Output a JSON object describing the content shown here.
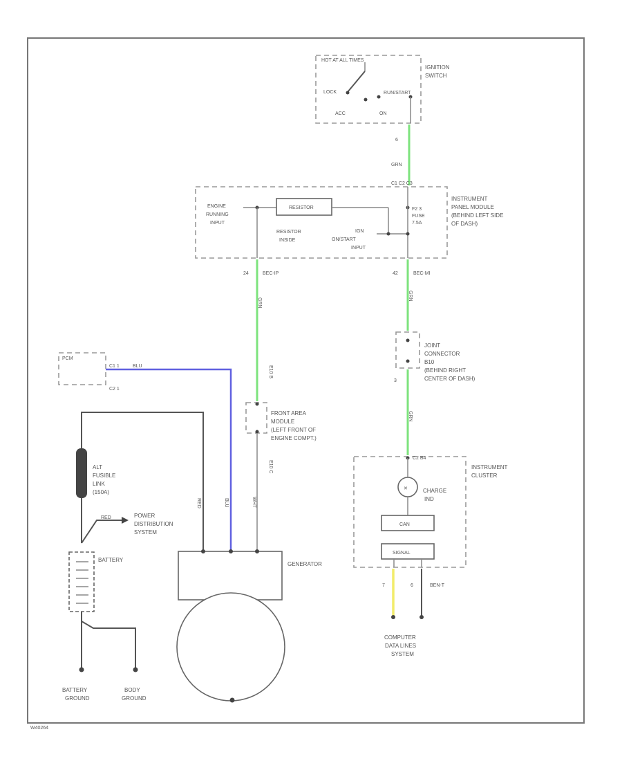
{
  "diagram_code": "W40264",
  "ignition_switch": {
    "header": "HOT AT ALL TIMES",
    "label_line1": "IGNITION",
    "label_line2": "SWITCH",
    "pos_lock": "LOCK",
    "pos_acc": "ACC",
    "pos_on": "ON",
    "pos_run": "RUN/START"
  },
  "wire_ign_out": {
    "pin": "6",
    "color": "GRN"
  },
  "ipm": {
    "connector": "C1 C2 C3",
    "label_line1": "INSTRUMENT",
    "label_line2": "PANEL MODULE",
    "label_line3": "(BEHIND LEFT SIDE",
    "label_line4": "OF DASH)",
    "engine_line1": "ENGINE",
    "engine_line2": "RUNNING",
    "engine_line3": "INPUT",
    "resistor_value": "RESISTOR",
    "resistor_line1": "RESISTOR",
    "resistor_line2": "INSIDE",
    "fuse_line1": "F2 3",
    "fuse_line2": "FUSE",
    "fuse_line3": "7.5A",
    "ign_line1": "IGN",
    "ign_line2": "ON/START",
    "ign_line3": "INPUT"
  },
  "wire_left_pin": {
    "pin": "24",
    "code": "BEC-IP"
  },
  "wire_right_pin": {
    "pin": "42",
    "code": "BEC-MI"
  },
  "wire_gr_left": "GRN",
  "wire_gr_right": "GRN",
  "joint": {
    "line1": "JOINT",
    "line2": "CONNECTOR",
    "line3": "B10",
    "line4": "(BEHIND RIGHT",
    "line5": "CENTER OF DASH)",
    "pin_bottom": "3"
  },
  "wire_joint_down": "GRN",
  "pcm": {
    "label": "PCM",
    "pin": "C1 1",
    "wire": "BLU",
    "conn": "C2 1"
  },
  "fam": {
    "line1": "FRONT AREA",
    "line2": "MODULE",
    "line3": "(LEFT FRONT OF",
    "line4": "ENGINE COMPT.)",
    "conn_top": "E10 B",
    "conn_bot": "E10 C"
  },
  "fam_wire_down": "WHT",
  "cluster": {
    "connector": "C2 B4",
    "line1": "INSTRUMENT",
    "line2": "CLUSTER",
    "lamp_line1": "CHARGE",
    "lamp_line2": "IND",
    "box1": "CAN",
    "box2": "SIGNAL"
  },
  "bottom_pins": {
    "left": "7",
    "right": "6",
    "right_code": "BEN-T"
  },
  "computer": {
    "line1": "COMPUTER",
    "line2": "DATA LINES",
    "line3": "SYSTEM"
  },
  "fusible": {
    "line1": "ALT",
    "line2": "FUSIBLE",
    "line3": "LINK",
    "line4": "(150A)"
  },
  "power_dist": {
    "wire": "RED",
    "line1": "POWER",
    "line2": "DISTRIBUTION",
    "line3": "SYSTEM"
  },
  "battery_label": "BATTERY",
  "generator_label": "GENERATOR",
  "gen_wire_red": "RED",
  "gen_wire_blu": "BLU",
  "gen_wire_wht": "WHT",
  "grounds": {
    "battery_line1": "BATTERY",
    "battery_line2": "GROUND",
    "body_line1": "BODY",
    "body_line2": "GROUND"
  }
}
